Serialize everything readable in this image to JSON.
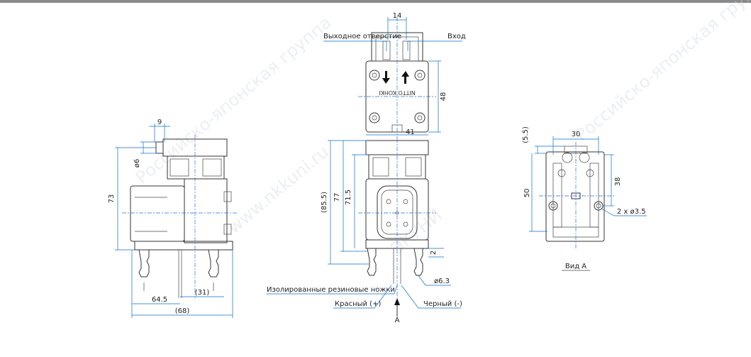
{
  "labels": {
    "outlet": "Выходное отверстие",
    "inlet": "Вход",
    "brand": "NITTO KOHKI",
    "rubber_feet": "Изолированные резиновые ножки",
    "red": "Красный (+)",
    "black": "Черный (-)",
    "arrow_a": "A",
    "view_a": "Вид А"
  },
  "dimensions": {
    "d14": "14",
    "d48": "48",
    "d41": "41",
    "d9": "9",
    "d6": "ø6",
    "d73": "73",
    "d64_5": "64.5",
    "d31": "(31)",
    "d68": "(68)",
    "d85_5": "(85.5)",
    "d77": "77",
    "d71_5": "71.5",
    "d2": "2",
    "d6_3": "ø6.3",
    "d5_5": "(5.5)",
    "d30": "30",
    "d38": "38",
    "d50": "50",
    "d3_5": "2 x ø3.5"
  },
  "watermarks": [
    "Российско-японская группа",
    "www.nkkuni.ru",
    "ЭКУНИ"
  ],
  "colors": {
    "line": "#333333",
    "dimension": "#0a6fd1",
    "centerline": "#2a6fd6",
    "watermark": "#c9d3dc"
  }
}
